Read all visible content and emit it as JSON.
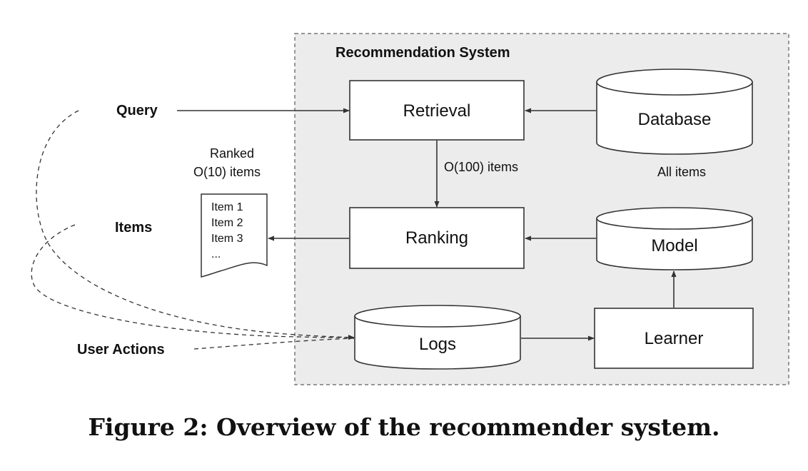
{
  "system": {
    "title": "Recommendation System",
    "panel_fill": "#ececec",
    "panel_stroke": "#777777"
  },
  "inputs": {
    "query": "Query",
    "items": "Items",
    "user_actions": "User Actions"
  },
  "nodes": {
    "retrieval": "Retrieval",
    "ranking": "Ranking",
    "database": "Database",
    "model": "Model",
    "logs": "Logs",
    "learner": "Learner"
  },
  "annotations": {
    "all_items": "All items",
    "candidates": "O(100) items",
    "ranked_line1": "Ranked",
    "ranked_line2": "O(10) items"
  },
  "ranked_list": [
    "Item 1",
    "Item 2",
    "Item 3",
    "..."
  ],
  "caption": "Figure 2: Overview of the recommender system."
}
